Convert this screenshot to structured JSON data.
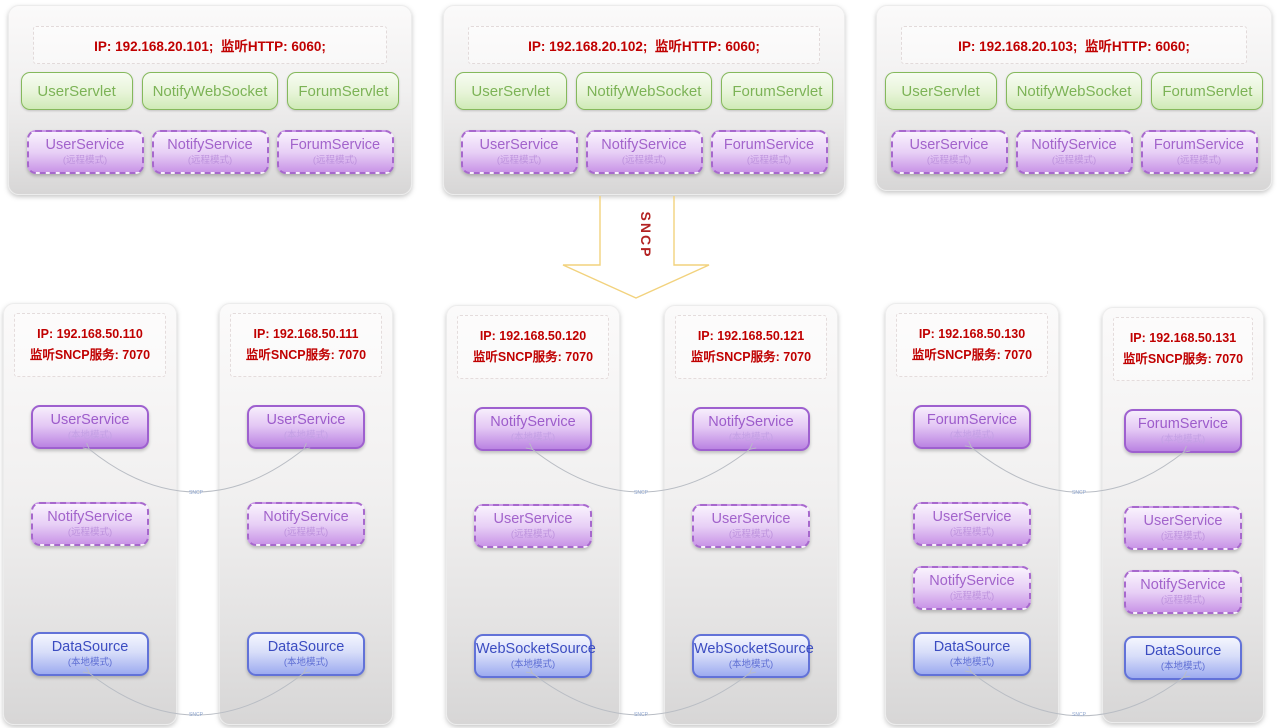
{
  "colors": {
    "red_text": "#c00000",
    "green_border": "#85b95c",
    "purple_border": "#9e60cf",
    "blue_border": "#6272d8",
    "arrow_gold": "#f2d27d",
    "connector_gray": "#b9bdc4"
  },
  "arrow": {
    "label": "SNCP"
  },
  "connectors": {
    "label": "SNCP"
  },
  "top_servers": [
    {
      "ip_line": "IP: 192.168.20.101;  监听HTTP: 6060;",
      "servlets": [
        "UserServlet",
        "NotifyWebSocket",
        "ForumServlet"
      ],
      "services": [
        {
          "name": "UserService",
          "mode": "(远程模式)"
        },
        {
          "name": "NotifyService",
          "mode": "(远程模式)"
        },
        {
          "name": "ForumService",
          "mode": "(远程模式)"
        }
      ]
    },
    {
      "ip_line": "IP: 192.168.20.102;  监听HTTP: 6060;",
      "servlets": [
        "UserServlet",
        "NotifyWebSocket",
        "ForumServlet"
      ],
      "services": [
        {
          "name": "UserService",
          "mode": "(远程模式)"
        },
        {
          "name": "NotifyService",
          "mode": "(远程模式)"
        },
        {
          "name": "ForumService",
          "mode": "(远程模式)"
        }
      ]
    },
    {
      "ip_line": "IP: 192.168.20.103;  监听HTTP: 6060;",
      "servlets": [
        "UserServlet",
        "NotifyWebSocket",
        "ForumServlet"
      ],
      "services": [
        {
          "name": "UserService",
          "mode": "(远程模式)"
        },
        {
          "name": "NotifyService",
          "mode": "(远程模式)"
        },
        {
          "name": "ForumService",
          "mode": "(远程模式)"
        }
      ]
    }
  ],
  "sncp_nodes": [
    {
      "ip_line1": "IP: 192.168.50.110",
      "ip_line2": "监听SNCP服务: 7070",
      "services": [
        {
          "name": "UserService",
          "mode": "(本地模式)"
        },
        {
          "name": "NotifyService",
          "mode": "(远程模式)"
        },
        {
          "name": "DataSource",
          "mode": "(本地模式)"
        }
      ]
    },
    {
      "ip_line1": "IP: 192.168.50.111",
      "ip_line2": "监听SNCP服务: 7070",
      "services": [
        {
          "name": "UserService",
          "mode": "(本地模式)"
        },
        {
          "name": "NotifyService",
          "mode": "(远程模式)"
        },
        {
          "name": "DataSource",
          "mode": "(本地模式)"
        }
      ]
    },
    {
      "ip_line1": "IP: 192.168.50.120",
      "ip_line2": "监听SNCP服务: 7070",
      "services": [
        {
          "name": "NotifyService",
          "mode": "(本地模式)"
        },
        {
          "name": "UserService",
          "mode": "(远程模式)"
        },
        {
          "name": "WebSocketSource",
          "mode": "(本地模式)"
        }
      ]
    },
    {
      "ip_line1": "IP: 192.168.50.121",
      "ip_line2": "监听SNCP服务: 7070",
      "services": [
        {
          "name": "NotifyService",
          "mode": "(本地模式)"
        },
        {
          "name": "UserService",
          "mode": "(远程模式)"
        },
        {
          "name": "WebSocketSource",
          "mode": "(本地模式)"
        }
      ]
    },
    {
      "ip_line1": "IP: 192.168.50.130",
      "ip_line2": "监听SNCP服务: 7070",
      "services": [
        {
          "name": "ForumService",
          "mode": "(本地模式)"
        },
        {
          "name": "UserService",
          "mode": "(远程模式)"
        },
        {
          "name": "NotifyService",
          "mode": "(远程模式)"
        },
        {
          "name": "DataSource",
          "mode": "(本地模式)"
        }
      ]
    },
    {
      "ip_line1": "IP: 192.168.50.131",
      "ip_line2": "监听SNCP服务: 7070",
      "services": [
        {
          "name": "ForumService",
          "mode": "(本地模式)"
        },
        {
          "name": "UserService",
          "mode": "(远程模式)"
        },
        {
          "name": "NotifyService",
          "mode": "(远程模式)"
        },
        {
          "name": "DataSource",
          "mode": "(本地模式)"
        }
      ]
    }
  ]
}
